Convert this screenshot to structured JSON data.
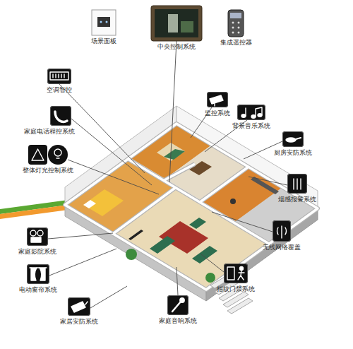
{
  "diagram": {
    "nodes": [
      {
        "text": [
          "场景面板"
        ]
      },
      {
        "text": [
          "中央控制系统"
        ]
      },
      {
        "text": [
          "集成遥控器"
        ]
      },
      {
        "text": [
          "空调智控"
        ]
      },
      {
        "text": [
          "监控系统"
        ]
      },
      {
        "text": [
          "背景音乐系统"
        ]
      },
      {
        "text": [
          "家庭电话程控系统"
        ]
      },
      {
        "text": [
          "厨房安防系统"
        ]
      },
      {
        "text": [
          "整体灯光控制系统"
        ]
      },
      {
        "text": [
          "烟感报警系统"
        ]
      },
      {
        "text": [
          "家庭影院系统"
        ]
      },
      {
        "text": [
          "无线网络覆盖"
        ]
      },
      {
        "text": [
          "电动窗帘系统"
        ]
      },
      {
        "text": [
          "指纹门禁系统"
        ]
      },
      {
        "text": [
          "家居安防系统"
        ]
      },
      {
        "text": [
          "家庭音响系统"
        ]
      }
    ]
  }
}
